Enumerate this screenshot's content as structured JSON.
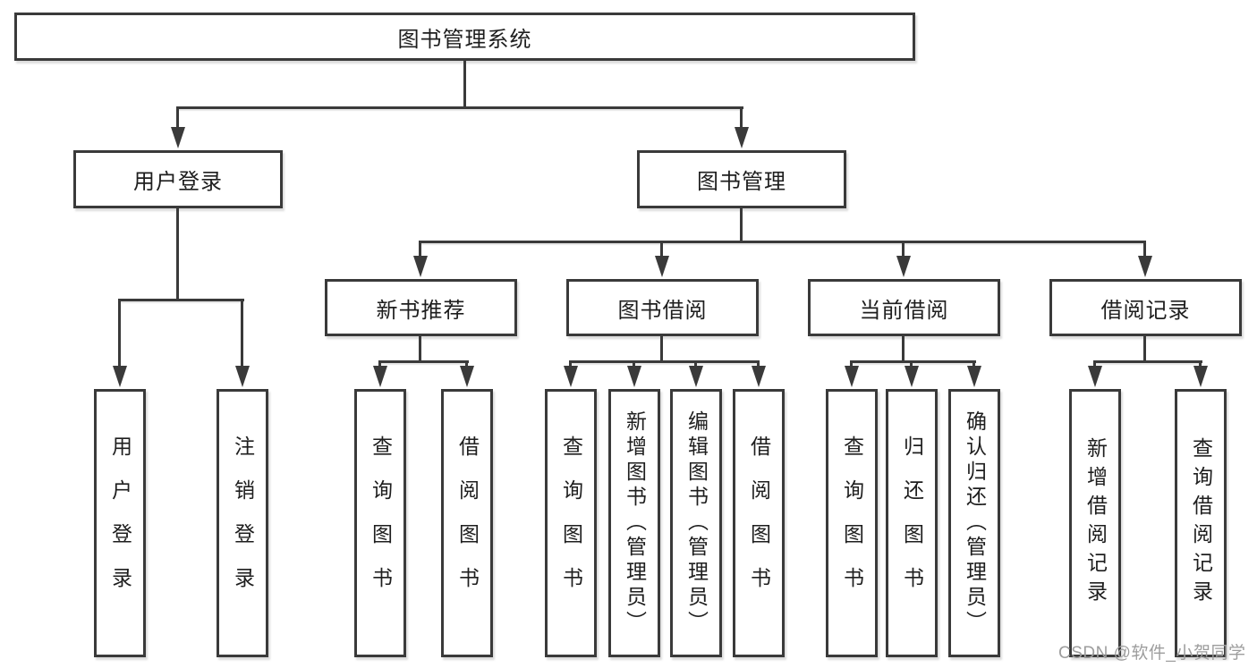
{
  "tree": {
    "root": {
      "label": "图书管理系统",
      "children": [
        {
          "label": "用户登录",
          "children": [
            {
              "label": "用户登录"
            },
            {
              "label": "注销登录"
            }
          ]
        },
        {
          "label": "图书管理",
          "children": [
            {
              "label": "新书推荐",
              "children": [
                {
                  "label": "查询图书"
                },
                {
                  "label": "借阅图书"
                }
              ]
            },
            {
              "label": "图书借阅",
              "children": [
                {
                  "label": "查询图书"
                },
                {
                  "label": "新增图书（管理员）"
                },
                {
                  "label": "编辑图书（管理员）"
                },
                {
                  "label": "借阅图书"
                }
              ]
            },
            {
              "label": "当前借阅",
              "children": [
                {
                  "label": "查询图书"
                },
                {
                  "label": "归还图书"
                },
                {
                  "label": "确认归还（管理员）"
                }
              ]
            },
            {
              "label": "借阅记录",
              "children": [
                {
                  "label": "新增借阅记录"
                },
                {
                  "label": "查询借阅记录"
                }
              ]
            }
          ]
        }
      ]
    }
  },
  "watermark": {
    "text": "CSDN @软件_小贺同学"
  },
  "colors": {
    "line": "#3a3a3a",
    "text": "#1e1e1e",
    "box_background": "#ffffff",
    "watermark": "#9d9d9d",
    "page_background": "#ffffff"
  }
}
